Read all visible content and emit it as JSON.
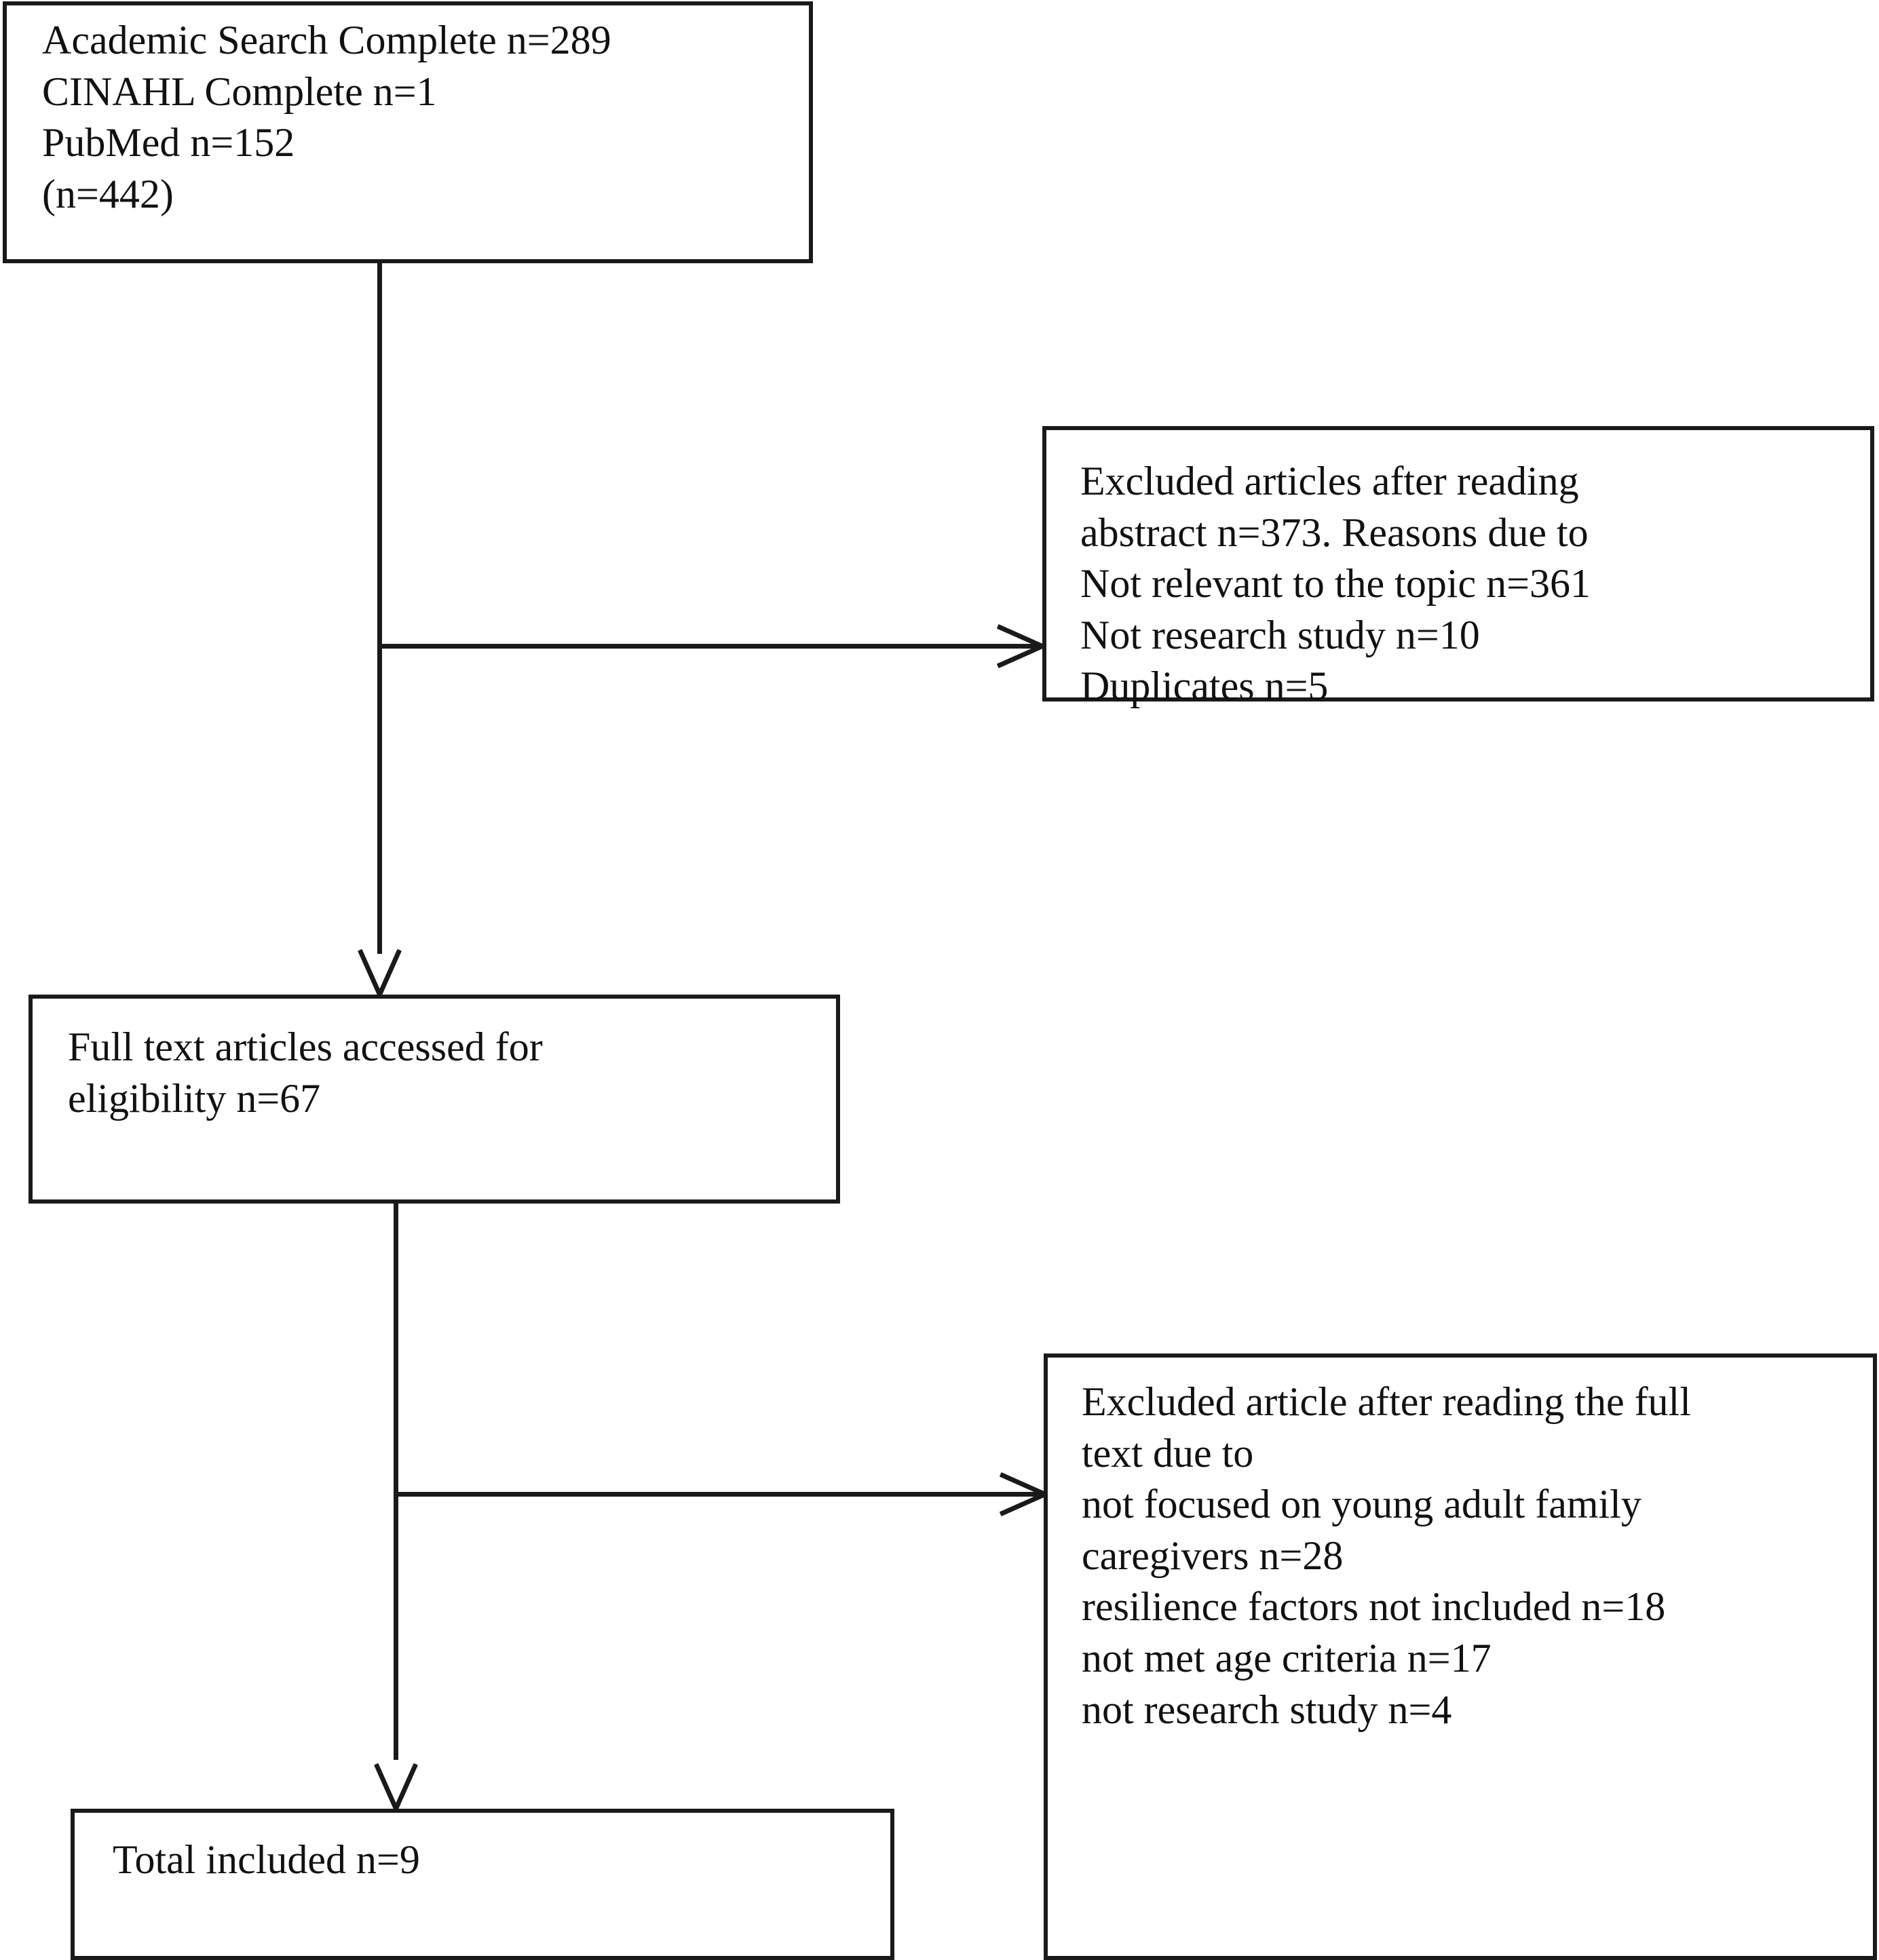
{
  "diagram": {
    "title": "PRISMA study selection flow diagram",
    "type": "flowchart",
    "line_color": "#1a1a1a",
    "text_color": "#111111",
    "background": "#ffffff",
    "nodes": [
      {
        "id": "identification",
        "label": "Academic Search Complete n=289\nCINAHL Complete n=1\nPubMed n=152\n(n=442)",
        "lines": [
          "Academic Search Complete n=289",
          "CINAHL Complete n=1",
          "PubMed n=152",
          "(n=442)"
        ],
        "counts": {
          "academic_search_complete": 289,
          "cinahl_complete": 1,
          "pubmed": 152,
          "total": 442
        }
      },
      {
        "id": "excluded-abstract",
        "label": "Excluded articles after reading\nabstract n=373.  Reasons due to\nNot relevant to the topic n=361\nNot research study n=10\nDuplicates n=5",
        "lines": [
          "Excluded articles after reading",
          "abstract n=373.  Reasons due to",
          "Not relevant to the topic n=361",
          "Not research study n=10",
          "Duplicates n=5"
        ],
        "counts": {
          "excluded_after_abstract": 373,
          "not_relevant_to_topic": 361,
          "not_research_study": 10,
          "duplicates": 5
        }
      },
      {
        "id": "eligibility",
        "label": "Full text articles accessed for\neligibility n=67",
        "lines": [
          "Full text articles accessed for",
          "eligibility n=67"
        ],
        "counts": {
          "full_text_assessed": 67
        }
      },
      {
        "id": "excluded-fulltext",
        "label": "Excluded article after reading the full\ntext due to\nnot focused on young adult family\ncaregivers n=28\nresilience factors not included n=18\nnot met age criteria n=17\nnot research study n=4",
        "lines": [
          "Excluded article after reading the full",
          "text due to",
          "not focused on young adult family",
          "caregivers n=28",
          "resilience factors not included n=18",
          "not met age criteria n=17",
          "not research study n=4"
        ],
        "counts": {
          "not_focused_young_adult_family_caregivers": 28,
          "resilience_factors_not_included": 18,
          "not_met_age_criteria": 17,
          "not_research_study": 4
        }
      },
      {
        "id": "included",
        "label": "Total included n=9",
        "lines": [
          "Total included n=9"
        ],
        "counts": {
          "total_included": 9
        }
      }
    ],
    "edges": [
      {
        "id": "edge-identification-to-eligibility",
        "from": "identification",
        "to": "eligibility",
        "kind": "vertical-arrow"
      },
      {
        "id": "edge-identification-to-excluded-abstract",
        "from": "identification",
        "to": "excluded-abstract",
        "kind": "horizontal-arrow"
      },
      {
        "id": "edge-eligibility-to-included",
        "from": "eligibility",
        "to": "included",
        "kind": "vertical-arrow"
      },
      {
        "id": "edge-eligibility-to-excluded-fulltext",
        "from": "eligibility",
        "to": "excluded-fulltext",
        "kind": "horizontal-arrow"
      }
    ]
  }
}
